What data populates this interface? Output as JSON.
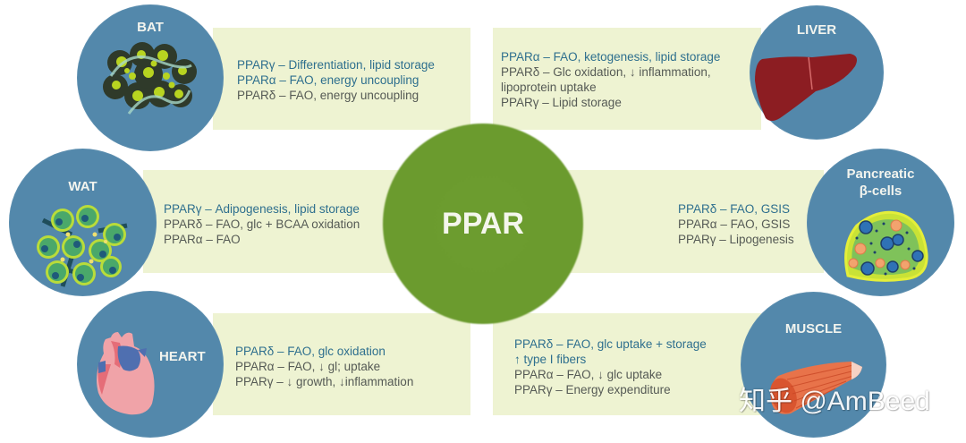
{
  "center": {
    "label": "PPAR",
    "color": "#6a9a2d"
  },
  "colors": {
    "band_bg": "#eef3d2",
    "organ_circle": "#5388ab",
    "highlight_text": "#2e6f8e",
    "body_text": "#555a55"
  },
  "tissues": {
    "bat": {
      "title": "BAT",
      "lines": [
        "PPARγ – Differentiation, lipid storage",
        "PPARα – FAO, energy uncoupling",
        "PPARδ – FAO, energy uncoupling"
      ],
      "highlighted_lines": [
        0,
        1
      ]
    },
    "liver": {
      "title": "LIVER",
      "lines": [
        "PPARα – FAO, ketogenesis, lipid storage",
        "PPARδ – Glc oxidation, ↓ inflammation,",
        "lipoprotein uptake",
        "PPARγ – Lipid storage"
      ],
      "highlighted_lines": [
        0
      ]
    },
    "wat": {
      "title": "WAT",
      "lines": [
        "PPARγ – Adipogenesis, lipid storage",
        "PPARδ – FAO, glc + BCAA oxidation",
        "PPARα – FAO"
      ],
      "highlighted_lines": [
        0
      ]
    },
    "pancreas": {
      "title_line1": "Pancreatic",
      "title_line2": "β-cells",
      "lines": [
        "PPARδ – FAO, GSIS",
        "PPARα – FAO, GSIS",
        "PPARγ – Lipogenesis"
      ],
      "highlighted_lines": [
        0
      ]
    },
    "heart": {
      "title": "HEART",
      "lines": [
        "PPARδ – FAO, glc oxidation",
        "PPARα – FAO, ↓ gl; uptake",
        "PPARγ – ↓ growth, ↓inflammation"
      ],
      "highlighted_lines": [
        0
      ]
    },
    "muscle": {
      "title": "MUSCLE",
      "lines": [
        "PPARδ – FAO, glc uptake + storage",
        "↑ type I fibers",
        "PPARα – FAO, ↓ glc uptake",
        "PPARγ – Energy expenditure"
      ],
      "highlighted_lines": [
        0,
        1
      ]
    }
  },
  "watermark": "知乎 @AmBeed"
}
